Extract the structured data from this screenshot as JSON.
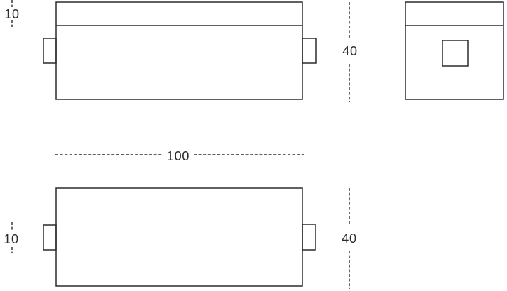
{
  "drawing": {
    "background": "#ffffff",
    "stroke": "#2a2a30",
    "labels": {
      "top_left": "10",
      "top_right": "40",
      "middle": "100",
      "bottom_left": "10",
      "bottom_right": "40"
    }
  }
}
